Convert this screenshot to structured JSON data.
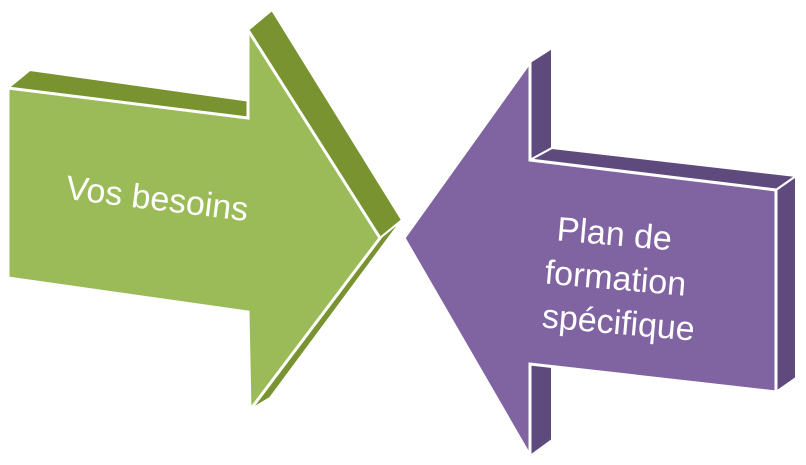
{
  "diagram": {
    "left_arrow": {
      "label": "Vos besoins",
      "color": "#9bbb59",
      "side_color": "#78932f",
      "outline_color": "#ffffff"
    },
    "right_arrow": {
      "lines": [
        "Plan de",
        "formation",
        "spécifique"
      ],
      "color": "#8064a2",
      "side_color": "#5f4a7d",
      "outline_color": "#ffffff"
    }
  }
}
